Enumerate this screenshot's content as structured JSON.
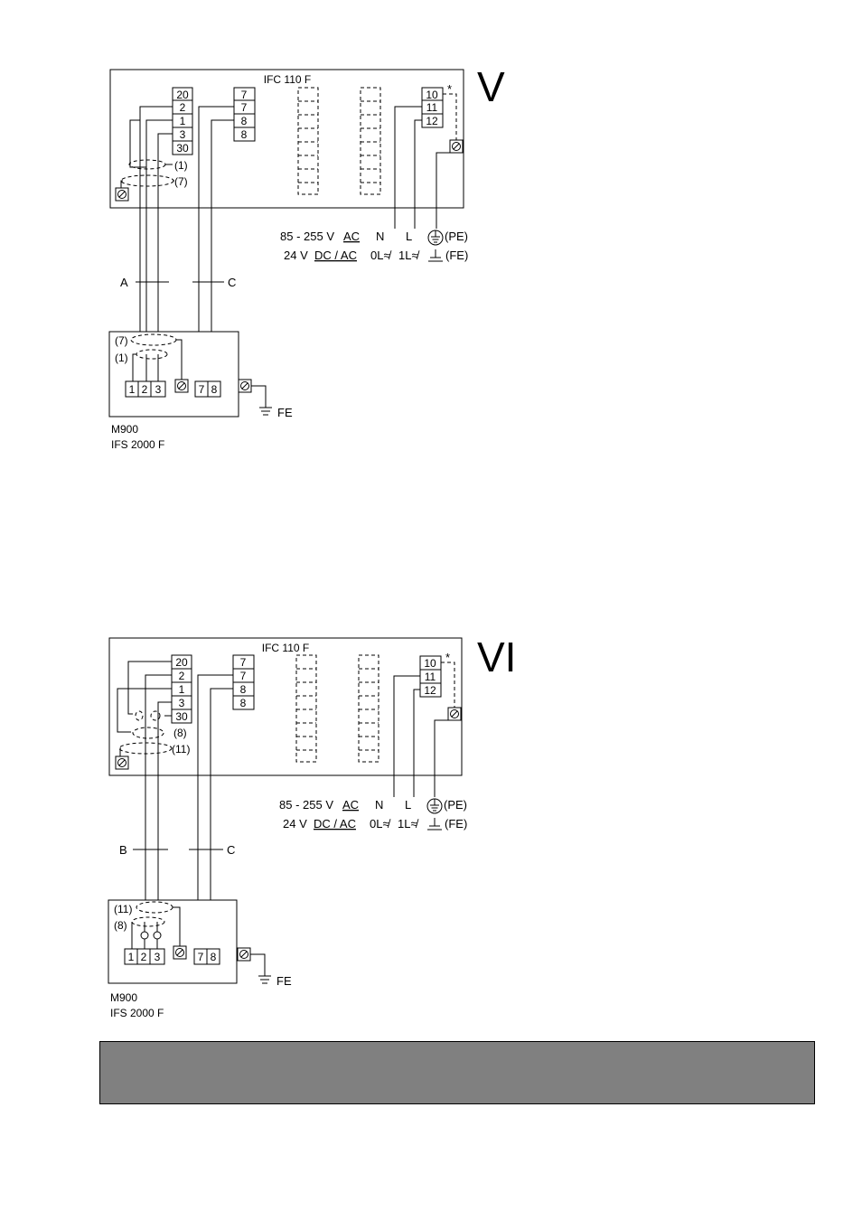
{
  "diagrams": [
    {
      "numeral": "V",
      "device_title": "IFC 110 F",
      "terminals_left": [
        "20",
        "2",
        "1",
        "3",
        "30"
      ],
      "terminals_mid": [
        "7",
        "7",
        "8",
        "8"
      ],
      "terminals_power": [
        "10",
        "11",
        "12"
      ],
      "star": "*",
      "shield_labels": [
        "(1)",
        "(7)"
      ],
      "supply_line1": {
        "voltage": "85 - 255 V",
        "type": "AC",
        "n": "N",
        "l": "L",
        "earth": "(PE)"
      },
      "supply_line2": {
        "voltage": "24 V",
        "type": "DC / AC",
        "n": "0L≉",
        "l": "1L≉",
        "earth": "(FE)"
      },
      "cable_left": "A",
      "cable_right": "C",
      "sensor_shield_labels": [
        "(7)",
        "(1)"
      ],
      "sensor_terminals": [
        "1",
        "2",
        "3"
      ],
      "sensor_terminals_mid": [
        "7",
        "8"
      ],
      "fe_label": "FE",
      "sensor_name": "M900",
      "sensor_model": "IFS 2000 F"
    },
    {
      "numeral": "VI",
      "device_title": "IFC 110 F",
      "terminals_left": [
        "20",
        "2",
        "1",
        "3",
        "30"
      ],
      "terminals_mid": [
        "7",
        "7",
        "8",
        "8"
      ],
      "terminals_power": [
        "10",
        "11",
        "12"
      ],
      "star": "*",
      "shield_labels": [
        "(8)",
        "(11)"
      ],
      "supply_line1": {
        "voltage": "85 - 255 V",
        "type": "AC",
        "n": "N",
        "l": "L",
        "earth": "(PE)"
      },
      "supply_line2": {
        "voltage": "24 V",
        "type": "DC / AC",
        "n": "0L≉",
        "l": "1L≉",
        "earth": "(FE)"
      },
      "cable_left": "B",
      "cable_right": "C",
      "sensor_shield_labels": [
        "(11)",
        "(8)"
      ],
      "sensor_terminals": [
        "1",
        "2",
        "3"
      ],
      "sensor_terminals_mid": [
        "7",
        "8"
      ],
      "fe_label": "FE",
      "sensor_name": "M900",
      "sensor_model": "IFS 2000 F"
    }
  ],
  "note_bar": {
    "color": "#808080"
  }
}
